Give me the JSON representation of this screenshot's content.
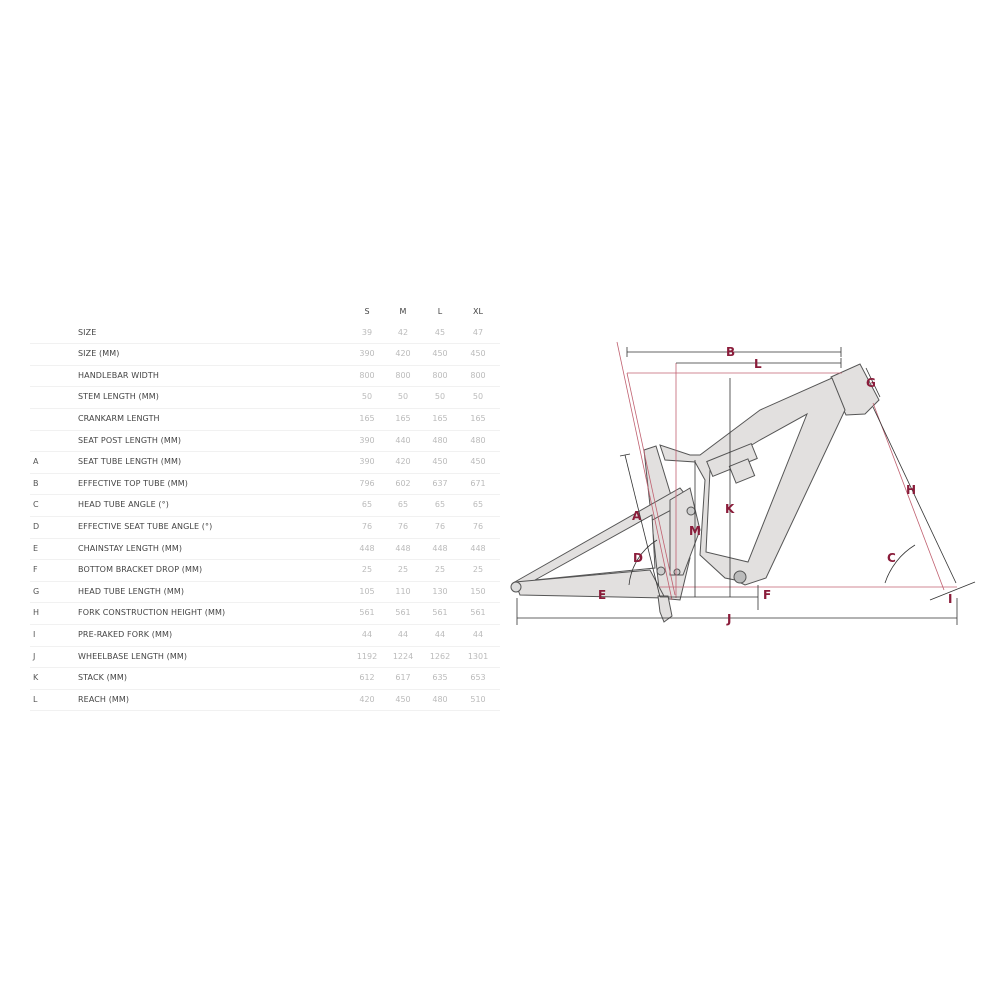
{
  "table": {
    "columns": [
      "S",
      "M",
      "L",
      "XL"
    ],
    "rows": [
      {
        "letter": "",
        "label": "SIZE",
        "values": [
          "39",
          "42",
          "45",
          "47"
        ]
      },
      {
        "letter": "",
        "label": "SIZE (MM)",
        "values": [
          "390",
          "420",
          "450",
          "450"
        ]
      },
      {
        "letter": "",
        "label": "HANDLEBAR WIDTH",
        "values": [
          "800",
          "800",
          "800",
          "800"
        ]
      },
      {
        "letter": "",
        "label": "STEM LENGTH (MM)",
        "values": [
          "50",
          "50",
          "50",
          "50"
        ]
      },
      {
        "letter": "",
        "label": "CRANKARM LENGTH",
        "values": [
          "165",
          "165",
          "165",
          "165"
        ]
      },
      {
        "letter": "",
        "label": "SEAT POST LENGTH (MM)",
        "values": [
          "390",
          "440",
          "480",
          "480"
        ]
      },
      {
        "letter": "A",
        "label": "SEAT TUBE LENGTH (MM)",
        "values": [
          "390",
          "420",
          "450",
          "450"
        ]
      },
      {
        "letter": "B",
        "label": "EFFECTIVE TOP TUBE (MM)",
        "values": [
          "796",
          "602",
          "637",
          "671"
        ]
      },
      {
        "letter": "C",
        "label": "HEAD TUBE ANGLE (°)",
        "values": [
          "65",
          "65",
          "65",
          "65"
        ]
      },
      {
        "letter": "D",
        "label": "EFFECTIVE SEAT TUBE ANGLE (°)",
        "values": [
          "76",
          "76",
          "76",
          "76"
        ]
      },
      {
        "letter": "E",
        "label": "CHAINSTAY LENGTH (MM)",
        "values": [
          "448",
          "448",
          "448",
          "448"
        ]
      },
      {
        "letter": "F",
        "label": "BOTTOM BRACKET DROP (MM)",
        "values": [
          "25",
          "25",
          "25",
          "25"
        ]
      },
      {
        "letter": "G",
        "label": "HEAD TUBE LENGTH (MM)",
        "values": [
          "105",
          "110",
          "130",
          "150"
        ]
      },
      {
        "letter": "H",
        "label": "FORK CONSTRUCTION HEIGHT (MM)",
        "values": [
          "561",
          "561",
          "561",
          "561"
        ]
      },
      {
        "letter": "I",
        "label": "PRE-RAKED FORK (MM)",
        "values": [
          "44",
          "44",
          "44",
          "44"
        ]
      },
      {
        "letter": "J",
        "label": "WHEELBASE LENGTH (MM)",
        "values": [
          "1192",
          "1224",
          "1262",
          "1301"
        ]
      },
      {
        "letter": "K",
        "label": "STACK (MM)",
        "values": [
          "612",
          "617",
          "635",
          "653"
        ]
      },
      {
        "letter": "L",
        "label": "REACH (MM)",
        "values": [
          "420",
          "450",
          "480",
          "510"
        ]
      }
    ]
  },
  "diagram": {
    "labels": {
      "A": "A",
      "B": "B",
      "C": "C",
      "D": "D",
      "E": "E",
      "F": "F",
      "G": "G",
      "H": "H",
      "I": "I",
      "J": "J",
      "K": "K",
      "L": "L",
      "M": "M"
    },
    "colors": {
      "label": "#8a1c3a",
      "frame": "#e2e0df",
      "outline": "#555555",
      "dim": "#333333",
      "ref": "#c06070"
    }
  }
}
